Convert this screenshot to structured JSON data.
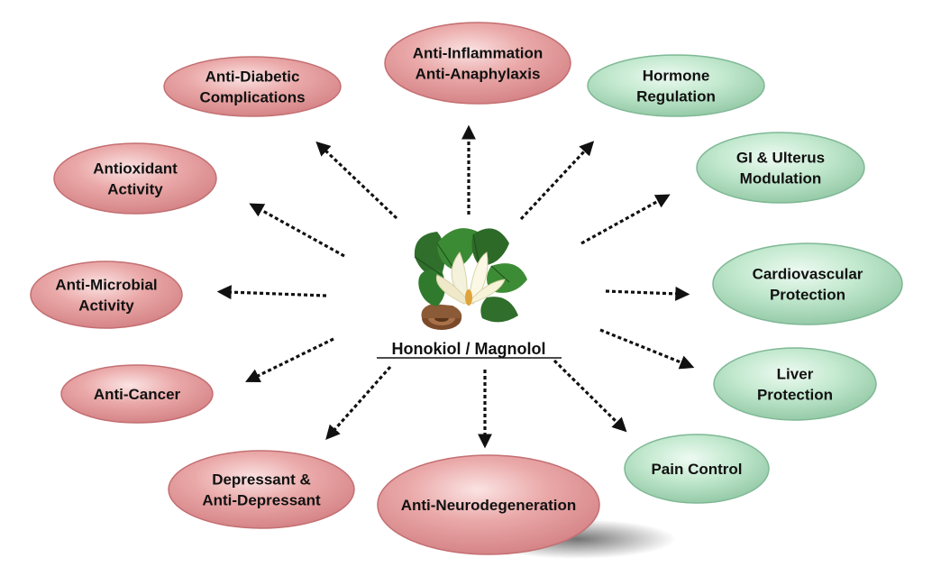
{
  "center": {
    "label": "Honokiol / Magnolol",
    "image_icon": "magnolia-plant-icon"
  },
  "colors": {
    "pink_fill": "#e8a3a3",
    "pink_edge": "#c46f72",
    "green_fill": "#bfe7cc",
    "green_edge": "#7fb895",
    "arrow": "#111111"
  },
  "effects": [
    {
      "id": "anti-diabetic-complications",
      "color": "pink",
      "lines": [
        "Anti-Diabetic",
        "Complications"
      ]
    },
    {
      "id": "anti-inflammation",
      "color": "pink",
      "lines": [
        "Anti-Inflammation",
        "Anti-Anaphylaxis"
      ]
    },
    {
      "id": "hormone-regulation",
      "color": "green",
      "lines": [
        "Hormone",
        "Regulation"
      ]
    },
    {
      "id": "antioxidant-activity",
      "color": "pink",
      "lines": [
        "Antioxidant",
        "Activity"
      ]
    },
    {
      "id": "gi-ulterus-modulation",
      "color": "green",
      "lines": [
        "GI & Ulterus",
        "Modulation"
      ]
    },
    {
      "id": "anti-microbial-activity",
      "color": "pink",
      "lines": [
        "Anti-Microbial",
        "Activity"
      ]
    },
    {
      "id": "cardiovascular-protection",
      "color": "green",
      "lines": [
        "Cardiovascular",
        "Protection"
      ]
    },
    {
      "id": "anti-cancer",
      "color": "pink",
      "lines": [
        "Anti-Cancer"
      ]
    },
    {
      "id": "liver-protection",
      "color": "green",
      "lines": [
        "Liver",
        "Protection"
      ]
    },
    {
      "id": "depressant-anti-depressant",
      "color": "pink",
      "lines": [
        "Depressant &",
        "Anti-Depressant"
      ]
    },
    {
      "id": "anti-neurodegeneration",
      "color": "pink",
      "lines": [
        "Anti-Neurodegeneration"
      ]
    },
    {
      "id": "pain-control",
      "color": "green",
      "lines": [
        "Pain Control"
      ]
    }
  ]
}
